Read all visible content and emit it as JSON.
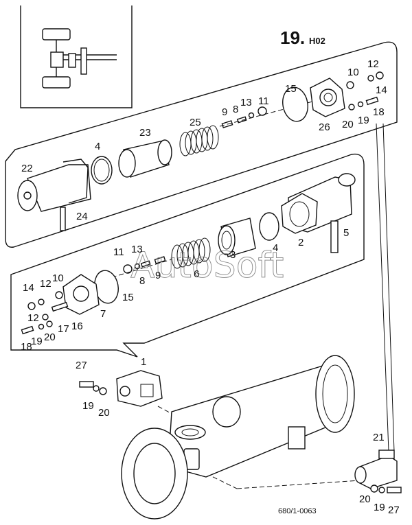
{
  "page": {
    "number": "19.",
    "suffix": "H02",
    "reference": "680/1-0063"
  },
  "watermark": "AutoSoft",
  "parts": {
    "p1": "1",
    "p2": "2",
    "p3": "3",
    "p4a": "4",
    "p4b": "4",
    "p5": "5",
    "p6": "6",
    "p7": "7",
    "p8a": "8",
    "p8b": "8",
    "p9a": "9",
    "p9b": "9",
    "p10a": "10",
    "p10b": "10",
    "p11a": "11",
    "p11b": "11",
    "p12a": "12",
    "p12b": "12",
    "p12c": "12",
    "p13a": "13",
    "p13b": "13",
    "p14a": "14",
    "p14b": "14",
    "p15a": "15",
    "p15b": "15",
    "p16": "16",
    "p17": "17",
    "p18a": "18",
    "p18b": "18",
    "p19a": "19",
    "p19b": "19",
    "p19c": "19",
    "p19d": "19",
    "p20a": "20",
    "p20b": "20",
    "p20c": "20",
    "p20d": "20",
    "p21": "21",
    "p22": "22",
    "p23": "23",
    "p24": "24",
    "p25": "25",
    "p26": "26",
    "p27a": "27",
    "p27b": "27"
  }
}
